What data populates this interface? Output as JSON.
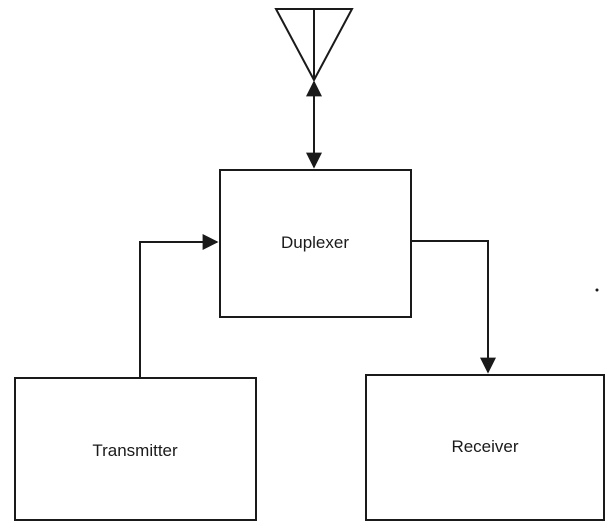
{
  "diagram": {
    "blocks": {
      "duplexer": "Duplexer",
      "transmitter": "Transmitter",
      "receiver": "Receiver"
    },
    "ink_color": "#1a1a1a",
    "background_color": "#ffffff"
  }
}
